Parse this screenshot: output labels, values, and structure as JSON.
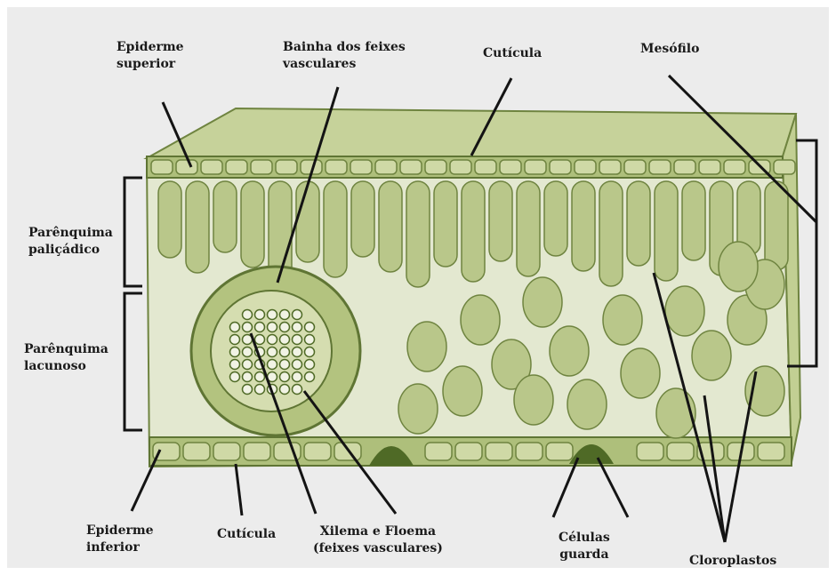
{
  "diagram": {
    "labels": {
      "epiderme_superior": [
        "Epiderme",
        "superior"
      ],
      "bainha": [
        "Bainha dos feixes",
        "vasculares"
      ],
      "cuticula_top": "Cutícula",
      "mesofilo": "Mesófilo",
      "parenquima_palicadico": [
        "Parênquima",
        "paliçádico"
      ],
      "parenquima_lacunoso": [
        "Parênquima",
        "lacunoso"
      ],
      "epiderme_inferior": [
        "Epiderme",
        "inferior"
      ],
      "cuticula_bottom": "Cutícula",
      "xilema_floema": [
        "Xilema e Floema",
        "(feixes vasculares)"
      ],
      "celulas_guarda": [
        "Células",
        "guarda"
      ],
      "cloroplastos": "Cloroplastos"
    },
    "colors": {
      "tissue_fill": "#b9c78a",
      "tissue_light": "#cfd9a6",
      "tissue_outline": "#6f8440",
      "tissue_dark": "#4f6a26",
      "leader_line": "#141414",
      "background": "#ececec"
    }
  }
}
